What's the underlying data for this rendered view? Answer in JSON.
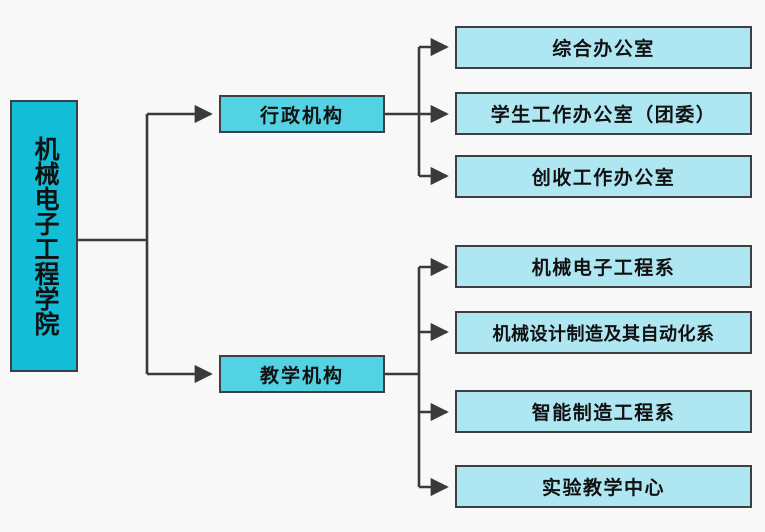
{
  "diagram": {
    "type": "organizational-tree",
    "title_node": "机械电子工程学院",
    "colors": {
      "background": "#f8f8f8",
      "root_fill": "#12bdd7",
      "branch_fill": "#52d2e2",
      "leaf_fill": "#aee6f2",
      "border": "#3c4043",
      "connector": "#3a3a3a",
      "text": "#111111"
    },
    "root": {
      "label": "机械电子工程学院"
    },
    "branches": [
      {
        "id": "admin",
        "label": "行政机构",
        "children": [
          {
            "label": "综合办公室"
          },
          {
            "label": "学生工作办公室（团委）"
          },
          {
            "label": "创收工作办公室"
          }
        ]
      },
      {
        "id": "teach",
        "label": "教学机构",
        "children": [
          {
            "label": "机械电子工程系"
          },
          {
            "label": "机械设计制造及其自动化系"
          },
          {
            "label": "智能制造工程系"
          },
          {
            "label": "实验教学中心"
          }
        ]
      }
    ]
  }
}
